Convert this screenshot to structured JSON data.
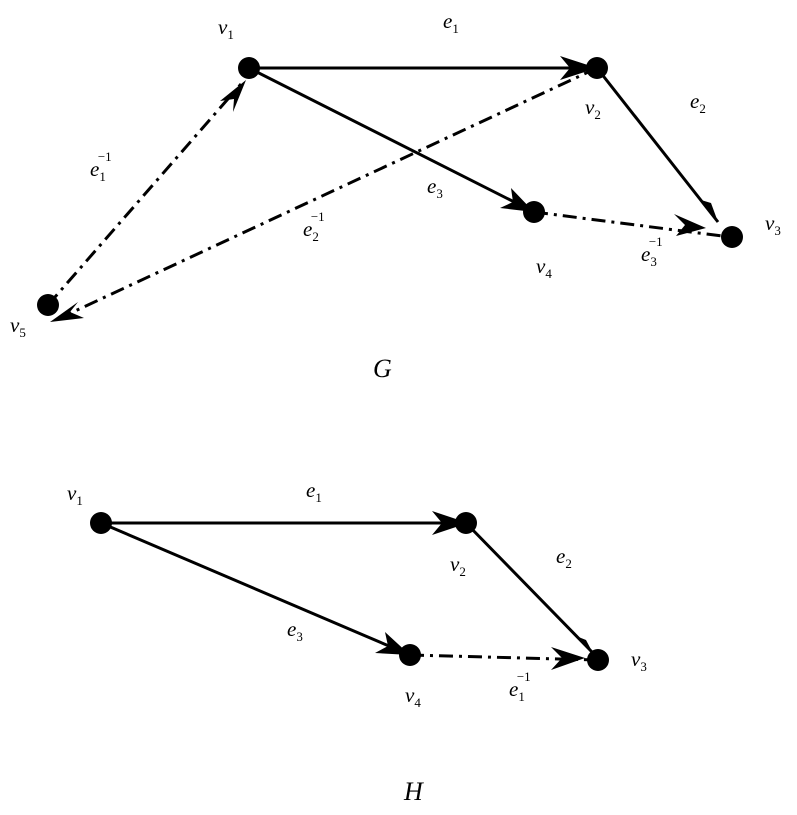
{
  "graphs": [
    {
      "name": "G",
      "vertices": [
        {
          "id": "v1",
          "base": "v",
          "sub": "1"
        },
        {
          "id": "v2",
          "base": "v",
          "sub": "2"
        },
        {
          "id": "v3",
          "base": "v",
          "sub": "3"
        },
        {
          "id": "v4",
          "base": "v",
          "sub": "4"
        },
        {
          "id": "v5",
          "base": "v",
          "sub": "5"
        }
      ],
      "edges": [
        {
          "id": "e1",
          "from": "v1",
          "to": "v2",
          "style": "solid",
          "base": "e",
          "sub": "1",
          "sup": ""
        },
        {
          "id": "e2",
          "from": "v2",
          "to": "v3",
          "style": "solid",
          "base": "e",
          "sub": "2",
          "sup": ""
        },
        {
          "id": "e3",
          "from": "v1",
          "to": "v4",
          "style": "solid",
          "base": "e",
          "sub": "3",
          "sup": ""
        },
        {
          "id": "e1inv",
          "from": "v5",
          "to": "v1",
          "style": "dash-dot",
          "base": "e",
          "sub": "1",
          "sup": "−1"
        },
        {
          "id": "e2inv",
          "from": "v2",
          "to": "v5",
          "style": "dash-dot",
          "base": "e",
          "sub": "2",
          "sup": "−1"
        },
        {
          "id": "e3inv",
          "from": "v4",
          "to": "v3",
          "style": "dash-dot",
          "base": "e",
          "sub": "3",
          "sup": "−1"
        }
      ]
    },
    {
      "name": "H",
      "vertices": [
        {
          "id": "v1",
          "base": "v",
          "sub": "1"
        },
        {
          "id": "v2",
          "base": "v",
          "sub": "2"
        },
        {
          "id": "v3",
          "base": "v",
          "sub": "3"
        },
        {
          "id": "v4",
          "base": "v",
          "sub": "4"
        }
      ],
      "edges": [
        {
          "id": "e1",
          "from": "v1",
          "to": "v2",
          "style": "solid",
          "base": "e",
          "sub": "1",
          "sup": ""
        },
        {
          "id": "e2",
          "from": "v2",
          "to": "v3",
          "style": "solid",
          "base": "e",
          "sub": "2",
          "sup": ""
        },
        {
          "id": "e3",
          "from": "v1",
          "to": "v4",
          "style": "solid",
          "base": "e",
          "sub": "3",
          "sup": ""
        },
        {
          "id": "e1inv",
          "from": "v4",
          "to": "v3",
          "style": "dash-dot",
          "base": "e",
          "sub": "1",
          "sup": "−1"
        }
      ]
    }
  ]
}
